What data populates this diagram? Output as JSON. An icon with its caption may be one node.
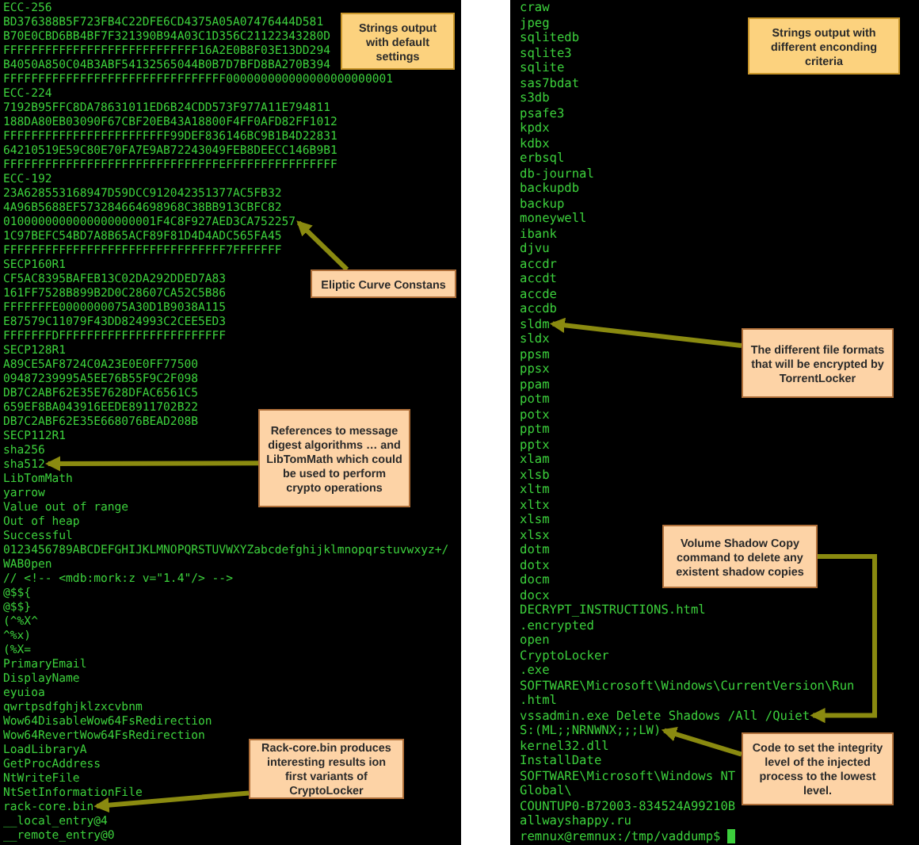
{
  "diagram": {
    "nodes": [
      {
        "text": [
          "Strings output with default settings"
        ]
      },
      {
        "text": [
          "Eliptic Curve Constans"
        ]
      },
      {
        "text": [
          "References to message digest algorithms … and LibTomMath which could be used to perform crypto operations"
        ]
      },
      {
        "text": [
          "Rack-core.bin produces interesting results ion first variants of CryptoLocker"
        ]
      },
      {
        "text": [
          "Strings output with different enconding criteria"
        ]
      },
      {
        "text": [
          "The different file formats that will be encrypted by TorrentLocker"
        ]
      },
      {
        "text": [
          "Volume Shadow Copy command to delete any existent shadow copies"
        ]
      },
      {
        "text": [
          "Code to set the integrity level of the injected process to the lowest level."
        ]
      },
      {
        "text": [
          "0100000000000000000001F4C8F927AED3CA752257"
        ]
      },
      {
        "text": [
          "sha512"
        ]
      },
      {
        "text": [
          "rack-core.bin"
        ]
      },
      {
        "text": [
          "sldm"
        ]
      },
      {
        "text": [
          "vssadmin.exe Delete Shadows /All /Quiet"
        ]
      },
      {
        "text": [
          "S:(ML;;NRNWNX;;;LW)"
        ]
      }
    ],
    "edges": [
      {
        "from": 1,
        "to": 8,
        "arrow": "to"
      },
      {
        "from": 2,
        "to": 9,
        "arrow": "to"
      },
      {
        "from": 3,
        "to": 10,
        "arrow": "to"
      },
      {
        "from": 5,
        "to": 11,
        "arrow": "to"
      },
      {
        "from": 6,
        "to": 12,
        "arrow": "to"
      },
      {
        "from": 7,
        "to": 13,
        "arrow": "to"
      }
    ],
    "labels": [
      "ECC-256",
      "BD376388B5F723FB4C22DFE6CD4375A05A07476444D581",
      "B70E0CBD6BB4BF7F321390B94A03C1D356C21122343280D",
      "FFFFFFFFFFFFFFFFFFFFFFFFFFFF16A2E0B8F03E13DD294",
      "B4050A850C04B3ABF54132565044B0B7D7BFD8BA270B394",
      "FFFFFFFFFFFFFFFFFFFFFFFFFFFFFFFF000000000000000000000001",
      "ECC-224",
      "7192B95FFC8DA78631011ED6B24CDD573F977A11E794811",
      "188DA80EB03090F67CBF20EB43A18800F4FF0AFD82FF1012",
      "FFFFFFFFFFFFFFFFFFFFFFFF99DEF836146BC9B1B4D22831",
      "64210519E59C80E70FA7E9AB72243049FEB8DEECC146B9B1",
      "FFFFFFFFFFFFFFFFFFFFFFFFFFFFFFFEFFFFFFFFFFFFFFFF",
      "ECC-192",
      "23A628553168947D59DCC912042351377AC5FB32",
      "4A96B5688EF573284664698968C38BB913CBFC82",
      "1C97BEFC54BD7A8B65ACF89F81D4D4ADC565FA45",
      "FFFFFFFFFFFFFFFFFFFFFFFFFFFFFFFF7FFFFFFF",
      "SECP160R1",
      "CF5AC8395BAFEB13C02DA292DDED7A83",
      "161FF7528B899B2D0C28607CA52C5B86",
      "FFFFFFFE0000000075A30D1B9038A115",
      "E87579C11079F43DD824993C2CEE5ED3",
      "FFFFFFFDFFFFFFFFFFFFFFFFFFFFFFFF",
      "SECP128R1",
      "A89CE5AF8724C0A23E0E0FF77500",
      "09487239995A5EE76B55F9C2F098",
      "DB7C2ABF62E35E7628DFAC6561C5",
      "659EF8BA043916EEDE8911702B22",
      "DB7C2ABF62E35E668076BEAD208B",
      "SECP112R1",
      "sha256",
      "LibTomMath",
      "yarrow",
      "Value out of range",
      "Out of heap",
      "Successful",
      "0123456789ABCDEFGHIJKLMNOPQRSTUVWXYZabcdefghijklmnopqrstuvwxyz+/",
      "WAB0pen",
      "// <!-- <mdb:mork:z v=\"1.4\"/> -->",
      "@$${",
      "@$$}",
      "(^%X^",
      "^%x)",
      "(%X=",
      "PrimaryEmail",
      "DisplayName",
      "eyuioa",
      "qwrtpsdfghjklzxcvbnm",
      "Wow64DisableWow64FsRedirection",
      "Wow64RevertWow64FsRedirection",
      "LoadLibraryA",
      "GetProcAddress",
      "NtWriteFile",
      "NtSetInformationFile",
      "__local_entry@4",
      "__remote_entry@0",
      "craw",
      "jpeg",
      "sqlitedb",
      "sqlite3",
      "sqlite",
      "sas7bdat",
      "s3db",
      "psafe3",
      "kpdx",
      "kdbx",
      "erbsql",
      "db-journal",
      "backupdb",
      "backup",
      "moneywell",
      "ibank",
      "djvu",
      "accdr",
      "accdt",
      "accde",
      "accdb",
      "sldx",
      "ppsm",
      "ppsx",
      "ppam",
      "potm",
      "potx",
      "pptm",
      "pptx",
      "xlam",
      "xlsb",
      "xltm",
      "xltx",
      "xlsm",
      "xlsx",
      "dotm",
      "dotx",
      "docm",
      "docx",
      "DECRYPT_INSTRUCTIONS.html",
      ".encrypted",
      "open",
      "CryptoLocker",
      ".exe",
      "SOFTWARE\\Microsoft\\Windows\\CurrentVersion\\Run",
      ".html",
      "kernel32.dll",
      "InstallDate",
      "SOFTWARE\\Microsoft\\Windows NT",
      "Global\\",
      "COUNTUP0-B72003-834524A99210B",
      "allwayshappy.ru",
      "remnux@remnux:/tmp/vaddump$"
    ]
  }
}
